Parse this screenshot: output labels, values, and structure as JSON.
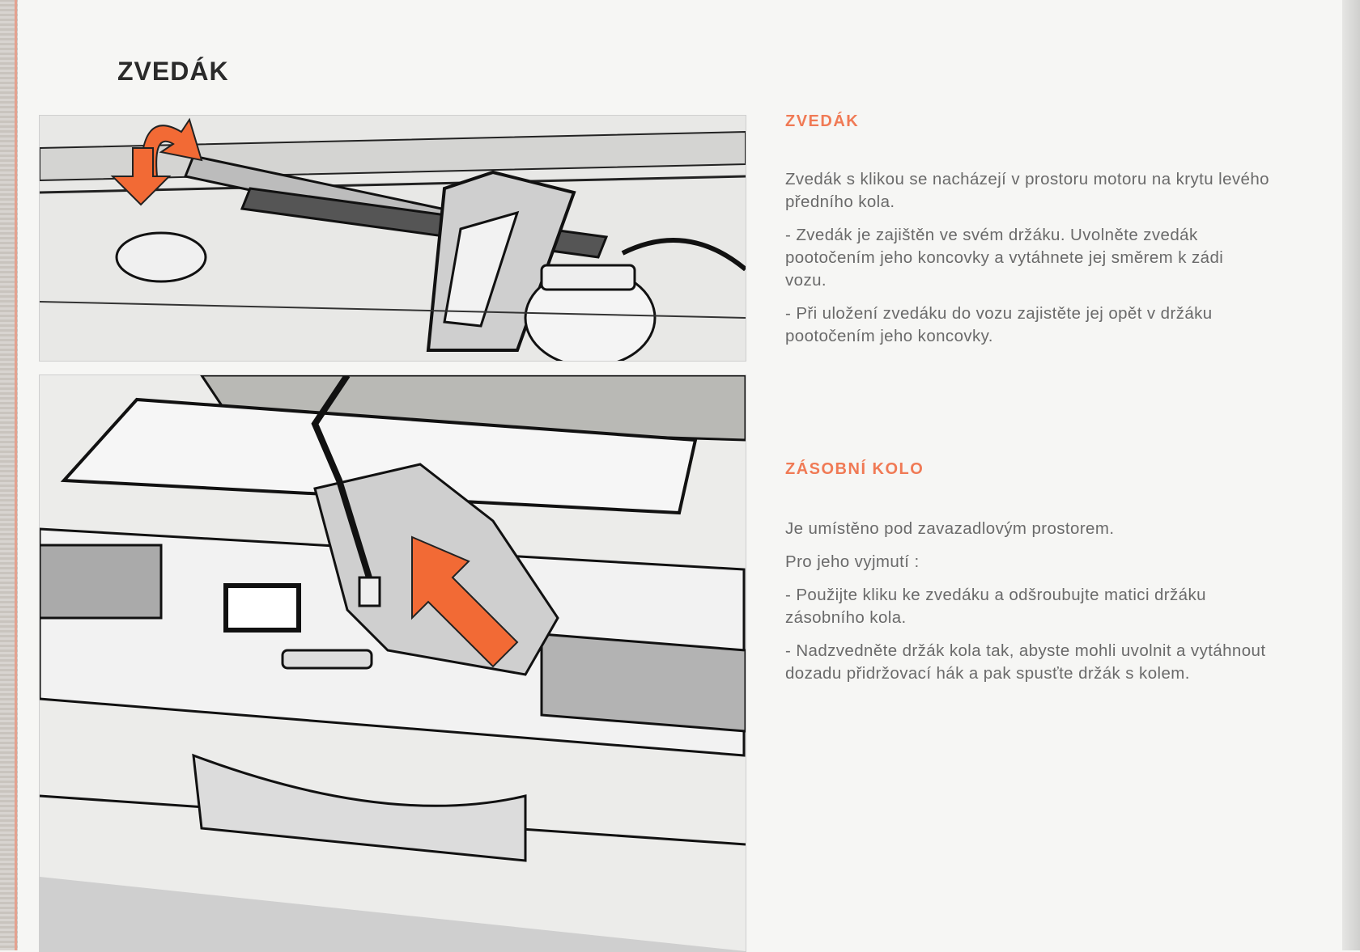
{
  "page_title": "ZVEDÁK",
  "sections": [
    {
      "heading": "ZVEDÁK",
      "paragraphs": [
        "Zvedák s klikou se nacházejí v prostoru motoru na krytu levého předního kola.",
        "- Zvedák je zajištěn ve svém držáku. Uvolněte zvedák pootočením jeho koncovky a vytáhnete jej směrem k zádi vozu.",
        "- Při uložení zvedáku do vozu zajistěte jej opět v držáku pootočením jeho koncovky."
      ]
    },
    {
      "heading": "ZÁSOBNÍ KOLO",
      "paragraphs": [
        "Je umístěno pod zavazadlovým prostorem.",
        "Pro jeho vyjmutí :",
        "- Použijte kliku ke zvedáku a odšroubujte matici držáku zásobního kola.",
        "- Nadzvedněte držák kola tak, abyste mohli uvolnit a vytáhnout dozadu přidržovací hák a pak spusťte držák s kolem."
      ]
    }
  ],
  "colors": {
    "accent": "#f07a55",
    "arrow": "#f26a35",
    "text": "#6a6a6a"
  }
}
